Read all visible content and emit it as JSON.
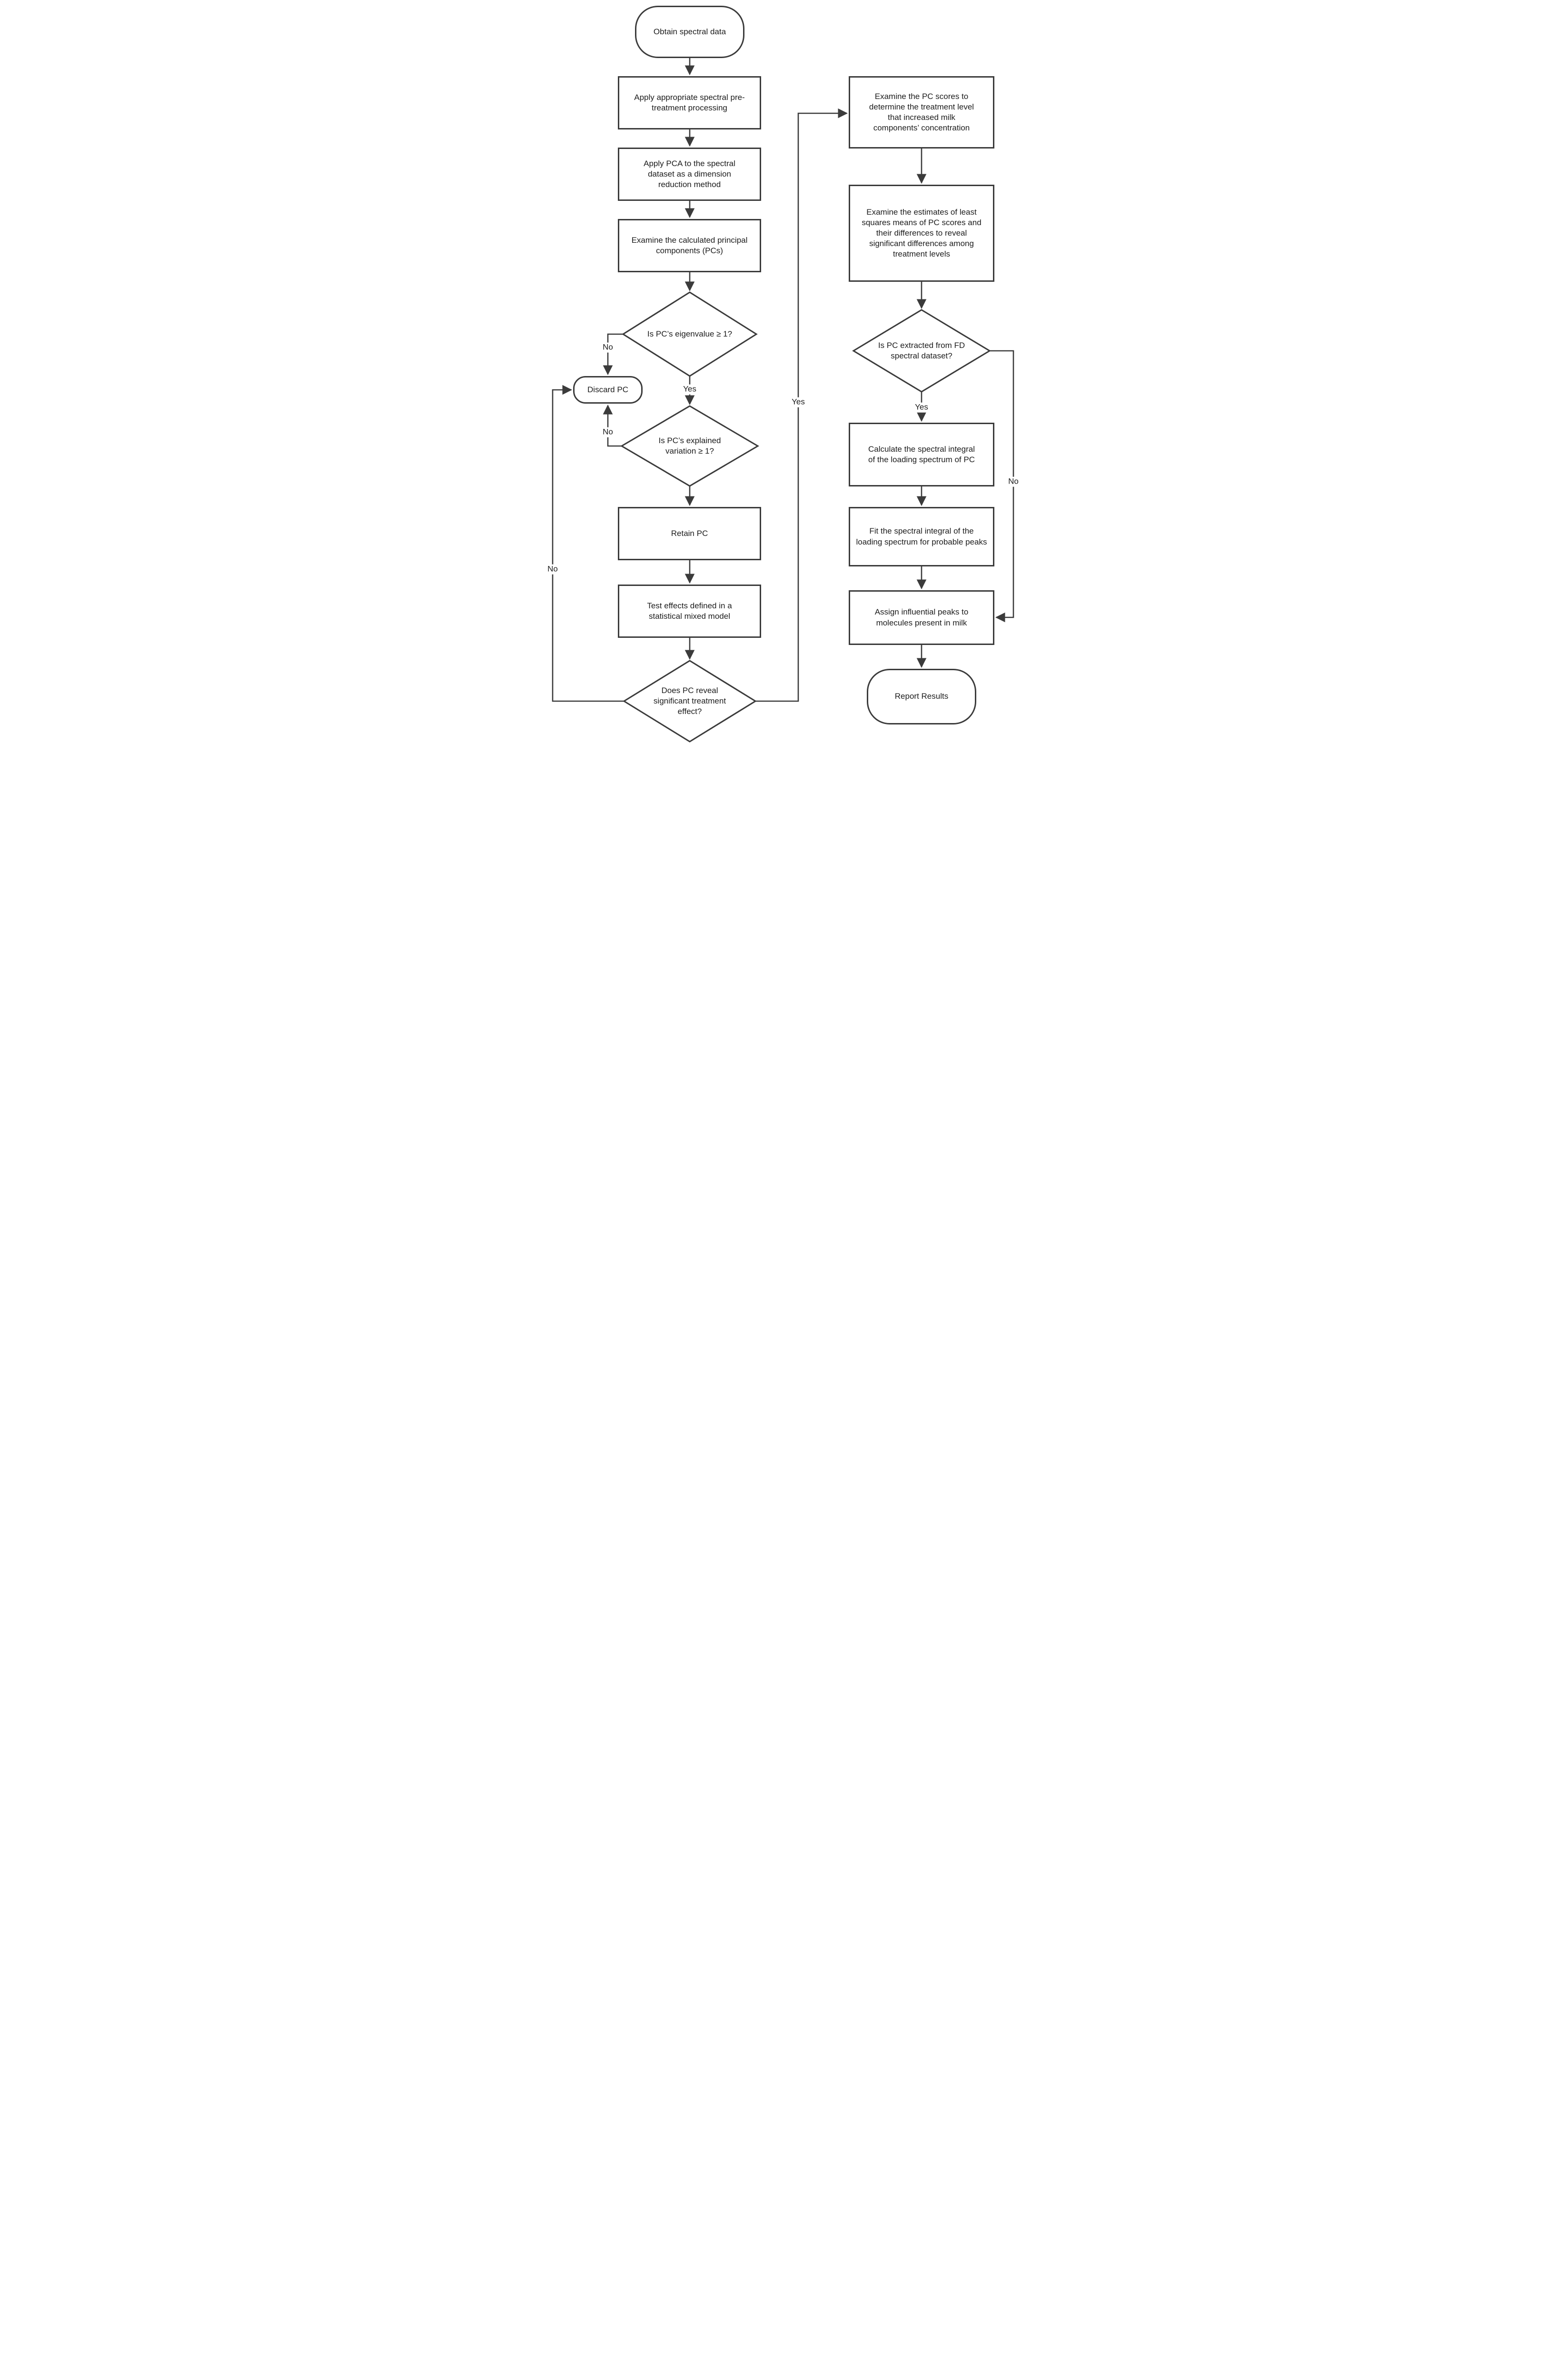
{
  "diagram": {
    "background": "#ffffff",
    "stroke_color": "#3b3b3b",
    "text_color": "#1c1c1c",
    "nodes": {
      "start": {
        "label": "Obtain spectral data",
        "type": "terminator"
      },
      "pretreatment": {
        "label": "Apply appropriate spectral pre-treatment processing",
        "type": "process"
      },
      "apply_pca": {
        "label": "Apply PCA to the spectral dataset as a dimension reduction method",
        "type": "process"
      },
      "examine_pcs": {
        "label": "Examine the calculated principal components (PCs)",
        "type": "process"
      },
      "eigenvalue_check": {
        "label": "Is PC’s eigenvalue ≥ 1?",
        "type": "decision"
      },
      "discard_pc": {
        "label": "Discard PC",
        "type": "terminator"
      },
      "variation_check": {
        "label": "Is PC’s explained variation ≥ 1?",
        "type": "decision"
      },
      "retain_pc": {
        "label": "Retain PC",
        "type": "process"
      },
      "test_effects": {
        "label": "Test effects defined in a statistical mixed model",
        "type": "process"
      },
      "treatment_check": {
        "label": "Does PC reveal significant treatment effect?",
        "type": "decision"
      },
      "examine_scores": {
        "label": "Examine the PC scores to determine the treatment level that increased milk components’ concentration",
        "type": "process"
      },
      "examine_means": {
        "label": "Examine the estimates of least squares means of PC scores and their differences to reveal significant differences among treatment levels",
        "type": "process"
      },
      "fd_check": {
        "label": "Is PC extracted from FD spectral dataset?",
        "type": "decision"
      },
      "calc_integral": {
        "label": "Calculate the spectral integral of the loading spectrum of PC",
        "type": "process"
      },
      "fit_integral": {
        "label": "Fit the spectral integral of the loading spectrum for probable peaks",
        "type": "process"
      },
      "assign_peaks": {
        "label": "Assign influential peaks to molecules present in milk",
        "type": "process"
      },
      "report": {
        "label": "Report Results",
        "type": "terminator"
      }
    },
    "edge_labels": {
      "eigenvalue_no": "No",
      "eigenvalue_yes": "Yes",
      "variation_no": "No",
      "treatment_no": "No",
      "treatment_yes": "Yes",
      "fd_yes": "Yes",
      "fd_no": "No"
    }
  }
}
